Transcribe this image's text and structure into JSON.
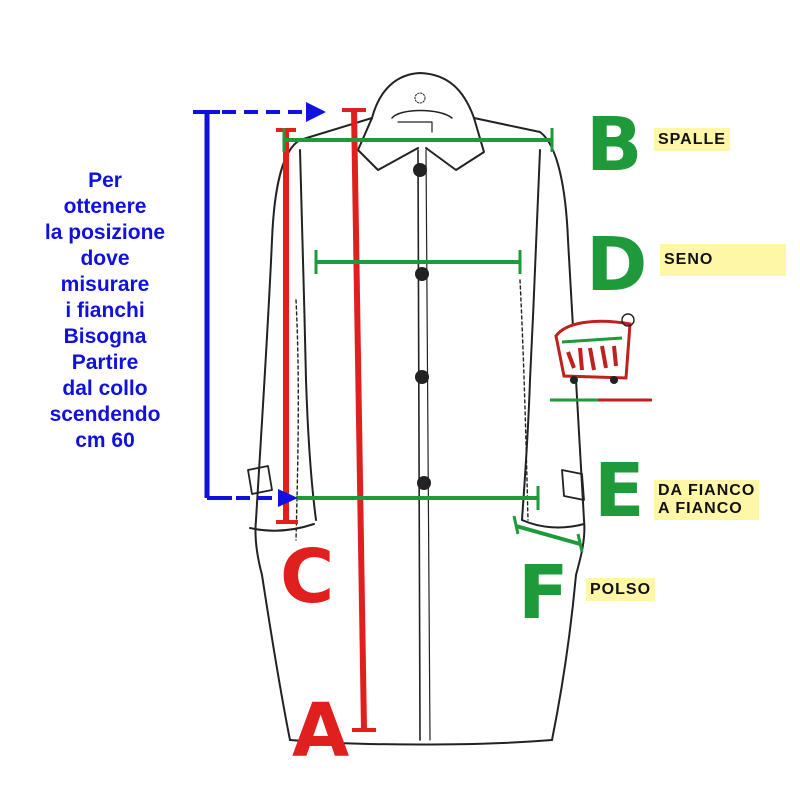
{
  "instruction_lines": [
    "Per",
    "ottenere",
    "la posizione",
    "dove",
    "misurare",
    "i fianchi",
    "Bisogna",
    "Partire",
    "dal collo",
    "scendendo",
    "cm 60"
  ],
  "measurements": [
    {
      "letter": "A"
    },
    {
      "letter": "B",
      "label": "SPALLE"
    },
    {
      "letter": "C"
    },
    {
      "letter": "D",
      "label": "SENO"
    },
    {
      "letter": "E",
      "label_lines": [
        "DA FIANCO",
        "A FIANCO"
      ]
    },
    {
      "letter": "F",
      "label": "POLSO"
    }
  ],
  "colors": {
    "measure_green": "#1f9a3a",
    "length_red": "#e0201e",
    "instruction_blue": "#1010e0",
    "label_bg": "#fff7a8"
  }
}
